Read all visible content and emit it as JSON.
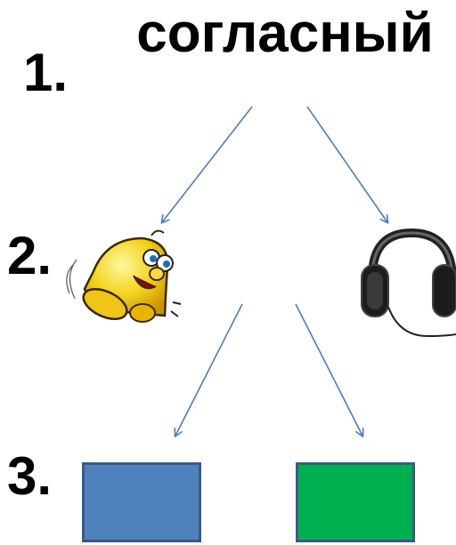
{
  "diagram": {
    "step1_label": "1.",
    "step2_label": "2.",
    "step3_label": "3.",
    "title": "согласный",
    "left_picture": "bell-icon",
    "right_picture": "headphones-icon",
    "left_box_color": "#4f81bd",
    "right_box_color": "#00b050",
    "arrow_color": "#4a7ebb"
  }
}
